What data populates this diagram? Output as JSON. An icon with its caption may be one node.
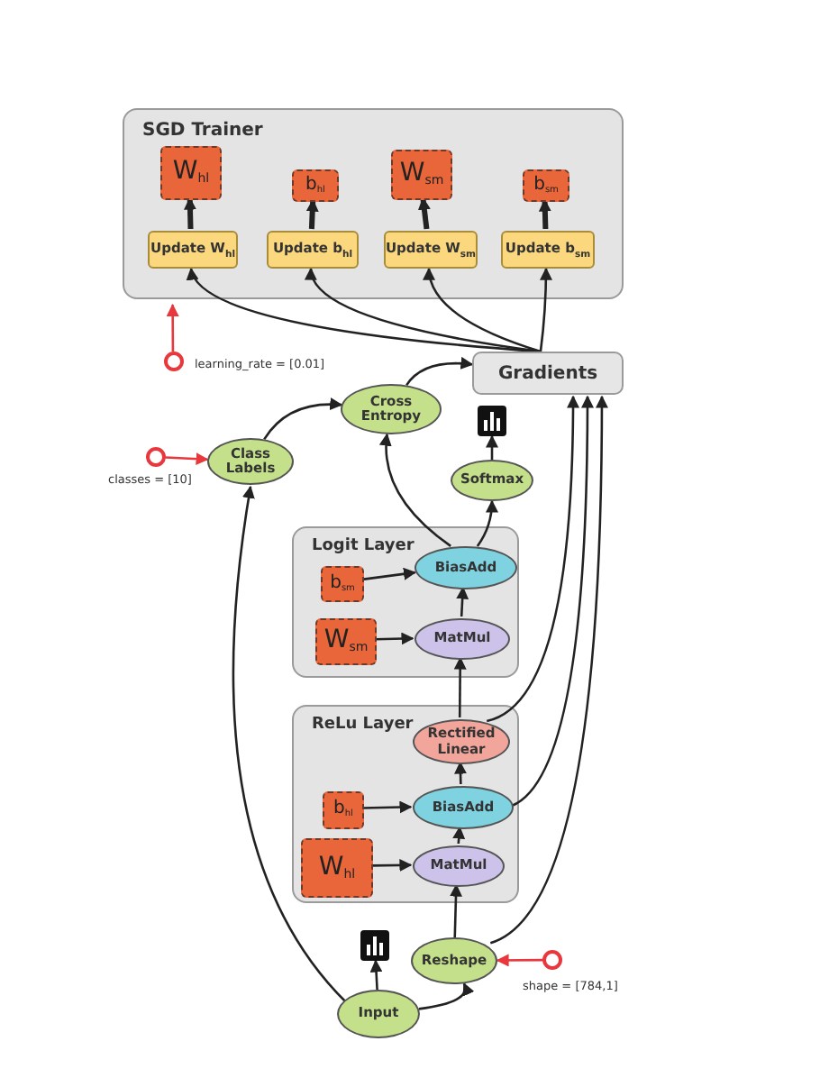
{
  "diagram": {
    "nodes": [
      {
        "text": [
          "SGD Trainer"
        ]
      },
      {
        "text": [
          "W$_{hl}$"
        ],
        "in": 0
      },
      {
        "text": [
          "b$_{hl}$"
        ],
        "in": 0
      },
      {
        "text": [
          "W$_{sm}$"
        ],
        "in": 0
      },
      {
        "text": [
          "b$_{sm}$"
        ],
        "in": 0
      },
      {
        "text": [
          "Update W$_{hl}$"
        ],
        "in": 0
      },
      {
        "text": [
          "Update b$_{hl}$"
        ],
        "in": 0
      },
      {
        "text": [
          "Update W$_{sm}$"
        ],
        "in": 0
      },
      {
        "text": [
          "Update b$_{sm}$"
        ],
        "in": 0
      },
      {
        "text": [
          "Gradients"
        ]
      },
      {
        "text": [],
        "shape": "circle",
        "beside": [
          "learning_rate = [0.01]"
        ]
      },
      {
        "text": [
          "Cross Entropy"
        ]
      },
      {
        "text": [
          "Class Labels"
        ]
      },
      {
        "text": [],
        "shape": "circle",
        "beside": [
          "classes = [10]"
        ]
      },
      {
        "text": [
          "Softmax"
        ]
      },
      {
        "text": [],
        "shape": "chart"
      },
      {
        "text": [
          "Logit Layer"
        ]
      },
      {
        "text": [
          "b$_{sm}$"
        ],
        "in": 16
      },
      {
        "text": [
          "W$_{sm}$"
        ],
        "in": 16
      },
      {
        "text": [
          "BiasAdd"
        ],
        "in": 16
      },
      {
        "text": [
          "MatMul"
        ],
        "in": 16
      },
      {
        "text": [
          "ReLu Layer"
        ]
      },
      {
        "text": [
          "Rectified Linear"
        ],
        "in": 21
      },
      {
        "text": [
          "b$_{hl}$"
        ],
        "in": 21
      },
      {
        "text": [
          "W$_{hl}$"
        ],
        "in": 21
      },
      {
        "text": [
          "BiasAdd"
        ],
        "in": 21
      },
      {
        "text": [
          "MatMul"
        ],
        "in": 21
      },
      {
        "text": [],
        "shape": "chart"
      },
      {
        "text": [
          "Reshape"
        ]
      },
      {
        "text": [],
        "shape": "circle",
        "beside": [
          "shape = [784,1]"
        ]
      },
      {
        "text": [
          "Input"
        ]
      }
    ],
    "edges": [
      {
        "from": 5,
        "to": 1,
        "arrow": "to",
        "style": "thick"
      },
      {
        "from": 6,
        "to": 2,
        "arrow": "to",
        "style": "thick"
      },
      {
        "from": 7,
        "to": 3,
        "arrow": "to",
        "style": "thick"
      },
      {
        "from": 8,
        "to": 4,
        "arrow": "to",
        "style": "thick"
      },
      {
        "from": 9,
        "to": 5,
        "arrow": "to"
      },
      {
        "from": 9,
        "to": 6,
        "arrow": "to"
      },
      {
        "from": 9,
        "to": 7,
        "arrow": "to"
      },
      {
        "from": 9,
        "to": 8,
        "arrow": "to"
      },
      {
        "from": 10,
        "to": 0,
        "arrow": "to",
        "color": "#e8383d"
      },
      {
        "from": 13,
        "to": 12,
        "arrow": "to",
        "color": "#e8383d"
      },
      {
        "from": 12,
        "to": 11,
        "arrow": "to"
      },
      {
        "from": 11,
        "to": 9,
        "arrow": "to"
      },
      {
        "from": 19,
        "to": 11,
        "arrow": "to"
      },
      {
        "from": 19,
        "to": 14,
        "arrow": "to"
      },
      {
        "from": 14,
        "to": 15,
        "arrow": "to"
      },
      {
        "from": 17,
        "to": 19,
        "arrow": "to"
      },
      {
        "from": 18,
        "to": 20,
        "arrow": "to"
      },
      {
        "from": 20,
        "to": 19,
        "arrow": "to"
      },
      {
        "from": 22,
        "to": 20,
        "arrow": "to"
      },
      {
        "from": 23,
        "to": 25,
        "arrow": "to"
      },
      {
        "from": 24,
        "to": 26,
        "arrow": "to"
      },
      {
        "from": 26,
        "to": 25,
        "arrow": "to"
      },
      {
        "from": 25,
        "to": 22,
        "arrow": "to"
      },
      {
        "from": 22,
        "to": 9,
        "arrow": "to"
      },
      {
        "from": 25,
        "to": 9,
        "arrow": "to"
      },
      {
        "from": 28,
        "to": 9,
        "arrow": "to"
      },
      {
        "from": 28,
        "to": 26,
        "arrow": "to"
      },
      {
        "from": 30,
        "to": 28,
        "arrow": "to"
      },
      {
        "from": 30,
        "to": 27,
        "arrow": "to"
      },
      {
        "from": 30,
        "to": 12,
        "arrow": "to"
      },
      {
        "from": 29,
        "to": 28,
        "arrow": "to",
        "color": "#e8383d"
      }
    ]
  }
}
